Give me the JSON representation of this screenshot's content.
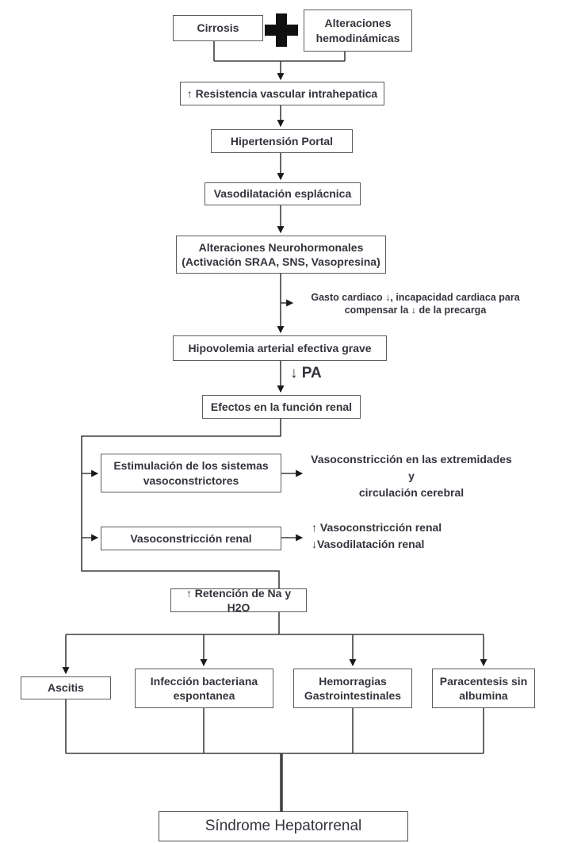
{
  "diagram": {
    "title": "Síndrome Hepatorrenal",
    "type": "flowchart",
    "colors": {
      "background": "#ffffff",
      "box_border": "#5c5c5c",
      "line": "#3f3f3f",
      "text": "#34343d",
      "plus_icon": "#101010"
    },
    "icons": {
      "plus": "✚"
    },
    "nodes": {
      "cirrosis": {
        "label": "Cirrosis"
      },
      "alteraciones_hemodinamicas": {
        "label": "Alteraciones\nhemodinámicas"
      },
      "resistencia_vascular": {
        "label": "↑ Resistencia vascular intrahepatica"
      },
      "hipertension_portal": {
        "label": "Hipertensión Portal"
      },
      "vasodilatacion_esplacnica": {
        "label": "Vasodilatación esplácnica"
      },
      "alteraciones_neurohormonales": {
        "label": "Alteraciones Neurohormonales\n(Activación SRAA, SNS, Vasopresina)"
      },
      "hipovolemia": {
        "label": "Hipovolemia arterial efectiva grave"
      },
      "efectos_funcion_renal": {
        "label": "Efectos en la función renal"
      },
      "estimulacion_sistemas": {
        "label": "Estimulación de los sistemas\nvasoconstrictores"
      },
      "vasoconstriccion_renal": {
        "label": "Vasoconstricción renal"
      },
      "retencion_na_h2o": {
        "label": "↑ Retención de Na y H2O"
      },
      "ascitis": {
        "label": "Ascitis"
      },
      "infeccion_bacteriana": {
        "label": "Infección bacteriana\nespontanea"
      },
      "hemorragias": {
        "label": "Hemorragias\nGastrointestinales"
      },
      "paracentesis": {
        "label": "Paracentesis sin\nalbumina"
      },
      "sindrome_hepatorrenal": {
        "label": "Síndrome Hepatorrenal"
      }
    },
    "annotations": {
      "gasto_cardiaco": {
        "label": "Gasto cardiaco ↓, incapacidad cardiaca para\ncompensar la ↓ de la precarga"
      },
      "pa": {
        "label": "↓ PA"
      },
      "vasoconstriccion_extremidades": {
        "label": "Vasoconstricción en las extremidades y\ncirculación cerebral"
      },
      "efectos_renales": {
        "label": "↑ Vasoconstricción renal\n↓Vasodilatación renal"
      }
    }
  }
}
